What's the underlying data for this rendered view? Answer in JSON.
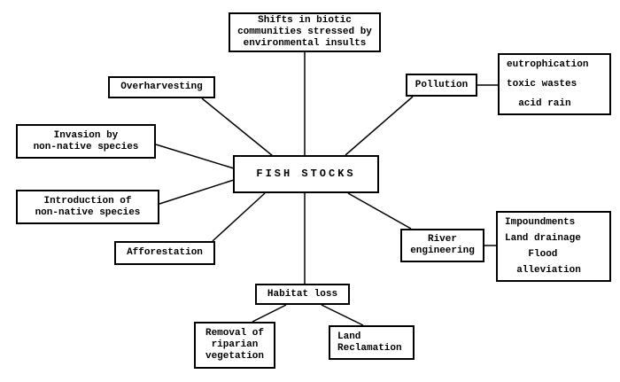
{
  "title": "Factors affecting fish stocks diagram",
  "colors": {
    "background": "#ffffff",
    "line": "#000000",
    "box_border": "#000000",
    "text": "#000000"
  },
  "center": {
    "label": "FISH STOCKS"
  },
  "nodes": {
    "shifts": {
      "label": "Shifts in biotic\ncommunities stressed by\nenvironmental insults"
    },
    "overharvesting": {
      "label": "Overharvesting"
    },
    "invasion": {
      "label": "Invasion by\nnon-native species"
    },
    "introduction": {
      "label": "Introduction of\nnon-native species"
    },
    "afforestation": {
      "label": "Afforestation"
    },
    "pollution": {
      "label": "Pollution"
    },
    "pollution_effects": {
      "label": "eutrophication\ntoxic wastes\n  acid rain"
    },
    "river_engineering": {
      "label": "River\nengineering"
    },
    "river_effects": {
      "label": "Impoundments\nLand drainage\n    Flood\n  alleviation"
    },
    "habitat_loss": {
      "label": "Habitat loss"
    },
    "riparian_removal": {
      "label": "Removal of\nriparian\nvegetation"
    },
    "land_reclamation": {
      "label": "Land\nReclamation"
    }
  }
}
